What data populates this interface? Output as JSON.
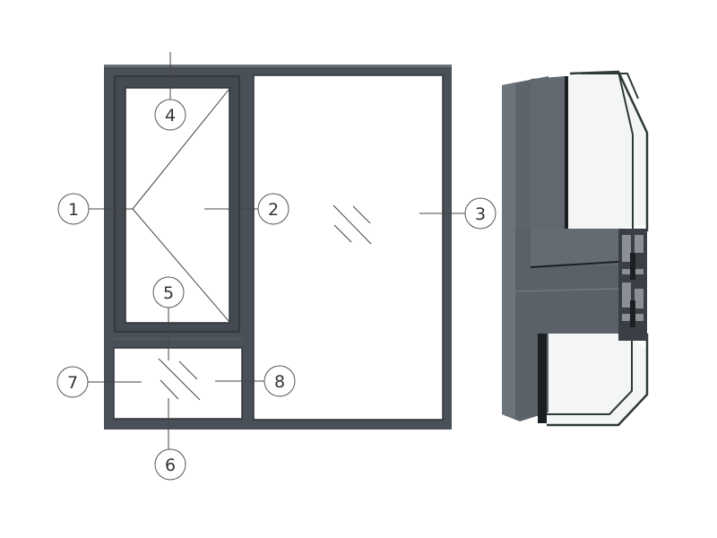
{
  "diagram": {
    "title": "",
    "colors": {
      "frame": "#4a5058",
      "frame_dark": "#2f3338",
      "glass": "#ffffff",
      "profile": "#5d646c",
      "profile_light": "#6c737b"
    },
    "callouts": [
      {
        "id": "1",
        "label": "1"
      },
      {
        "id": "2",
        "label": "2"
      },
      {
        "id": "3",
        "label": "3"
      },
      {
        "id": "4",
        "label": "4"
      },
      {
        "id": "5",
        "label": "5"
      },
      {
        "id": "6",
        "label": "6"
      },
      {
        "id": "7",
        "label": "7"
      },
      {
        "id": "8",
        "label": "8"
      }
    ]
  }
}
